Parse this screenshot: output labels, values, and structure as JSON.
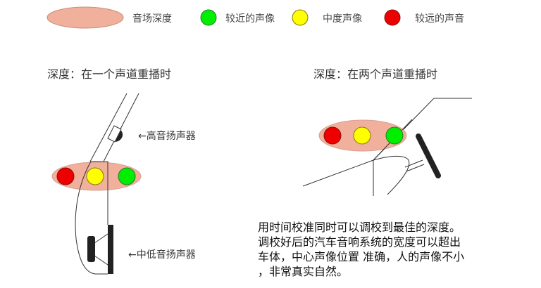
{
  "legend": {
    "items": [
      {
        "shape": "ellipse",
        "color": "#f0b09c",
        "label": "音场深度"
      },
      {
        "shape": "circle",
        "color": "#00ee00",
        "label": "较近的声像"
      },
      {
        "shape": "circle",
        "color": "#ffff00",
        "label": "中度声像"
      },
      {
        "shape": "circle",
        "color": "#ee0000",
        "label": "较远的声音"
      }
    ]
  },
  "left_panel": {
    "title": "深度：在一个声道重播时",
    "tweeter_label": "←高音扬声器",
    "woofer_label": "←中低音扬声器",
    "image_order": [
      "red",
      "yellow",
      "green"
    ]
  },
  "right_panel": {
    "title": "深度：在两个声道重播时",
    "image_order": [
      "red",
      "yellow",
      "green"
    ]
  },
  "description": {
    "lines": [
      "用时间校准同时可以调校到最佳的深度。",
      "调校好后的汽车音响系统的宽度可以超出",
      "车体，中心声像位置 准确，人的声像不小",
      "，非常真实自然。"
    ]
  },
  "colors": {
    "stage": "#f0b09c",
    "stage_stroke": "#c98e7e",
    "near": "#00ee00",
    "mid": "#ffff00",
    "far": "#ee0000",
    "line": "#222222"
  }
}
